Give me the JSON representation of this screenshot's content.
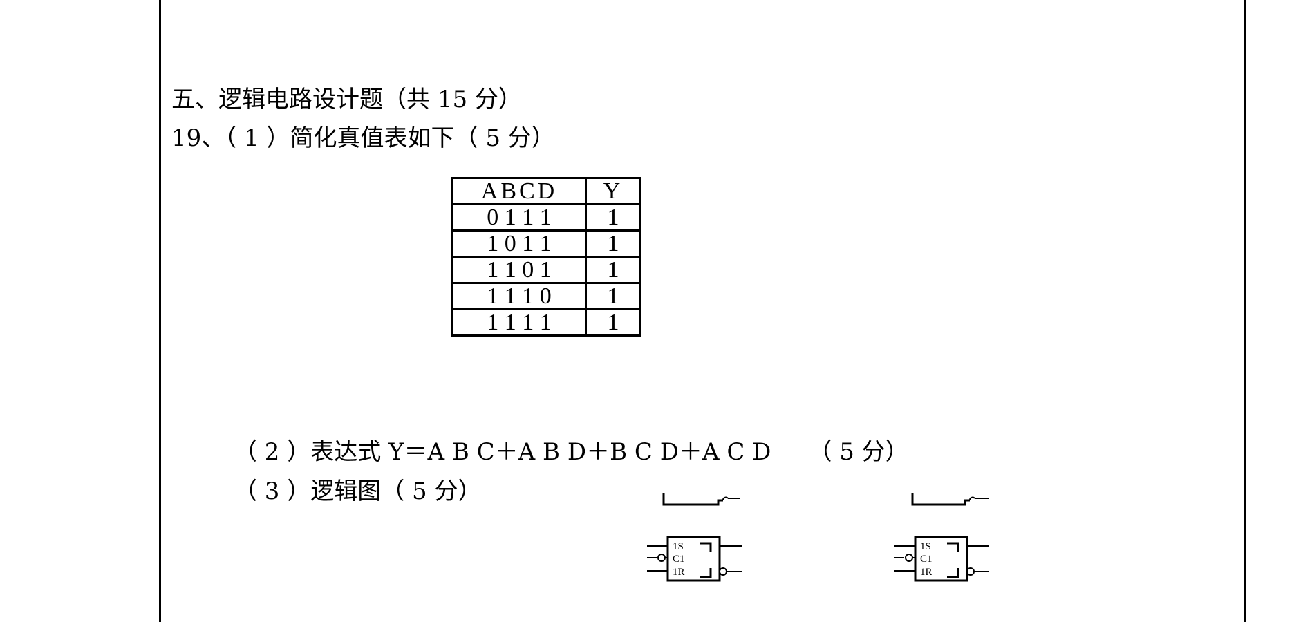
{
  "section": {
    "title": "五、逻辑电路设计题（共 15 分）"
  },
  "question": {
    "line": "19、（ 1 ）简化真值表如下（ 5 分）"
  },
  "truth_table": {
    "headers": [
      "ABCD",
      "Y"
    ],
    "rows": [
      [
        "0 1 1 1",
        "1"
      ],
      [
        "1 0 1 1",
        "1"
      ],
      [
        "1 1 0 1",
        "1"
      ],
      [
        "1 1 1 0",
        "1"
      ],
      [
        "1 1 1 1",
        "1"
      ]
    ]
  },
  "expression": {
    "line": "（ 2 ）表达式 Y＝A B C＋A B D＋B C D＋A C D     （ 5 分）"
  },
  "logic_diagram": {
    "line": "（ 3 ）逻辑图（ 5 分）",
    "flipflops": [
      {
        "s_label": "1S",
        "c_label": "C1",
        "r_label": "1R"
      },
      {
        "s_label": "1S",
        "c_label": "C1",
        "r_label": "1R"
      }
    ]
  }
}
